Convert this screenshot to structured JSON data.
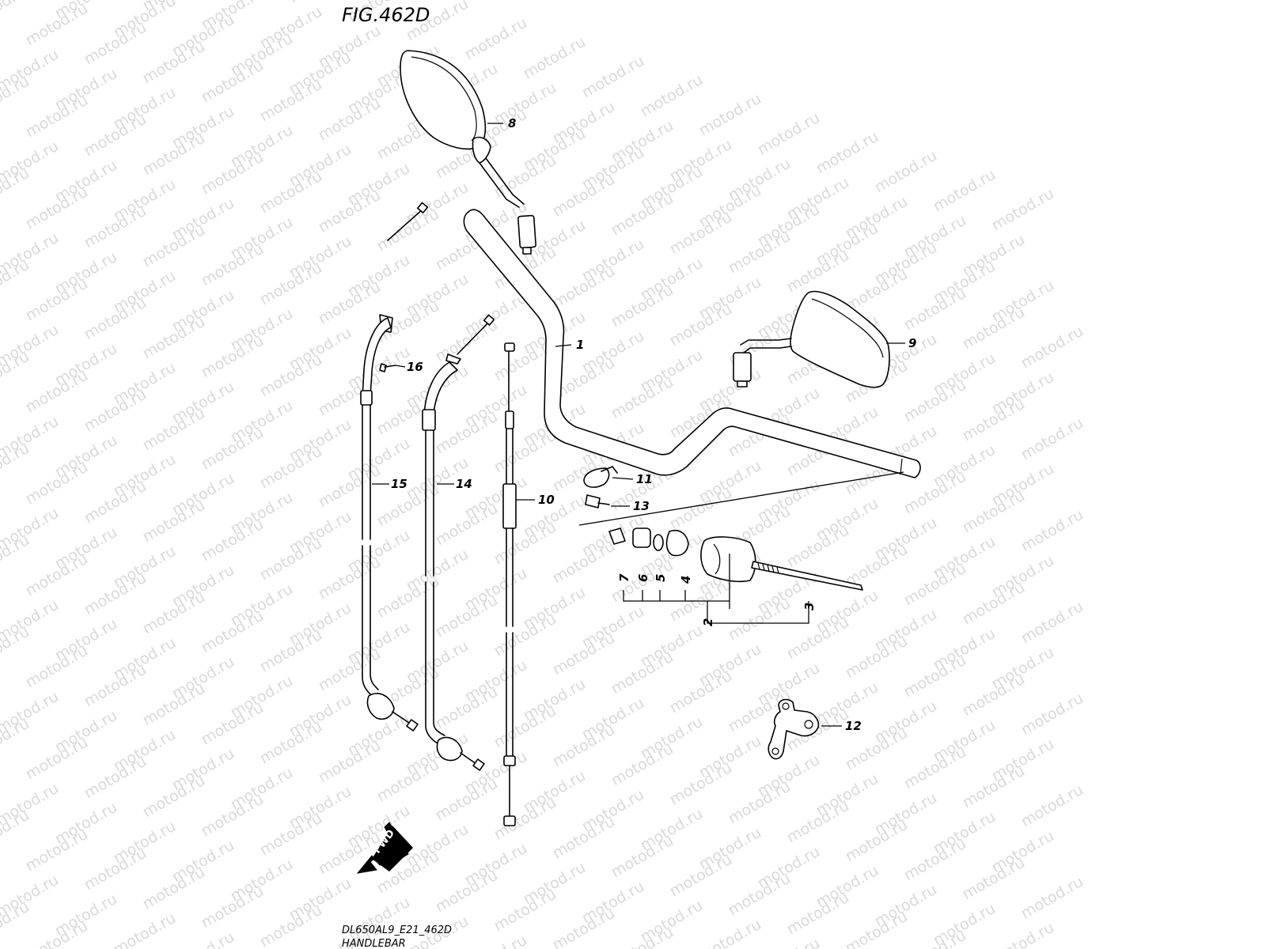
{
  "figure": {
    "title": "FIG.462D",
    "model_code": "DL650AL9_E21_462D",
    "section_name": "HANDLEBAR",
    "watermark": "motod.ru",
    "fwd_label": "FWD"
  },
  "callouts": [
    "1",
    "2",
    "3",
    "4",
    "5",
    "6",
    "7",
    "8",
    "9",
    "10",
    "11",
    "12",
    "13",
    "14",
    "15",
    "16"
  ]
}
